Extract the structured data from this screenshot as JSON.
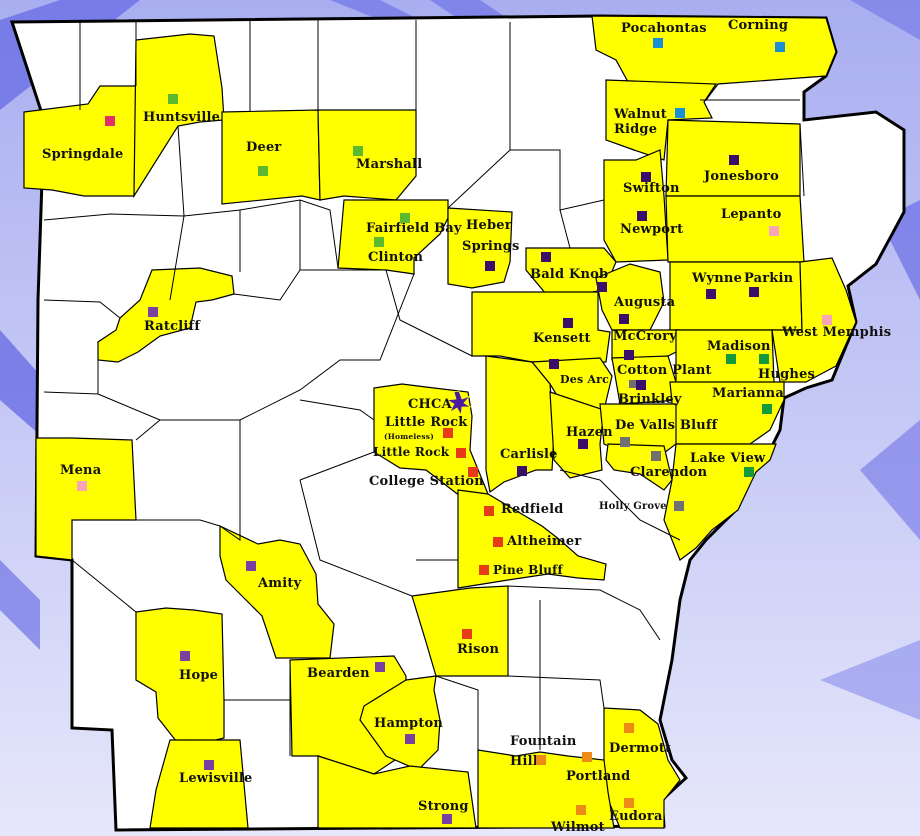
{
  "marker_colors": {
    "blue": "#1a8fd6",
    "green": "#5ab92f",
    "pink_red": "#e0306a",
    "purple": "#3a0e6b",
    "light_pink": "#f6a6b6",
    "red": "#e63b16",
    "grey": "#707070",
    "dark_green": "#149a3c",
    "violet": "#7a3fa0",
    "orange": "#ee8a16"
  },
  "highlight_color": "#ffff00",
  "labels": {
    "pocahontas": "Pocahontas",
    "corning": "Corning",
    "walnut": "Walnut",
    "ridge": "Ridge",
    "huntsville": "Huntsville",
    "springdale": "Springdale",
    "deer": "Deer",
    "marshall": "Marshall",
    "jonesboro": "Jonesboro",
    "swifton": "Swifton",
    "lepanto": "Lepanto",
    "fairfield_bay": "Fairfield Bay",
    "clinton": "Clinton",
    "heber": "Heber",
    "springs": "Springs",
    "newport": "Newport",
    "bald_knob": "Bald Knob",
    "wynne": "Wynne",
    "parkin": "Parkin",
    "augusta": "Augusta",
    "ratcliff": "Ratcliff",
    "west_memphis": "West Memphis",
    "kensett": "Kensett",
    "mccrory": "McCrory",
    "madison": "Madison",
    "hughes": "Hughes",
    "des_arc": "Des Arc",
    "cotton_plant": "Cotton Plant",
    "chca": "CHCA",
    "little_rock_1": "Little Rock",
    "homeless": "(Homeless)",
    "little_rock_2": "Little Rock",
    "brinkley": "Brinkley",
    "marianna": "Marianna",
    "hazen": "Hazen",
    "de_valls_bluff": "De Valls Bluff",
    "carlisle": "Carlisle",
    "lake_view": "Lake View",
    "clarendon": "Clarendon",
    "college_station": "College Station",
    "mena": "Mena",
    "redfield": "Redfield",
    "holly_grove": "Holly Grove",
    "altheimer": "Altheimer",
    "pine_bluff": "Pine Bluff",
    "amity": "Amity",
    "rison": "Rison",
    "hope": "Hope",
    "bearden": "Bearden",
    "hampton": "Hampton",
    "fountain": "Fountain",
    "hill": "Hill",
    "dermott": "Dermott",
    "portland": "Portland",
    "lewisville": "Lewisville",
    "strong": "Strong",
    "eudora": "Eudora",
    "wilmot": "Wilmot"
  }
}
